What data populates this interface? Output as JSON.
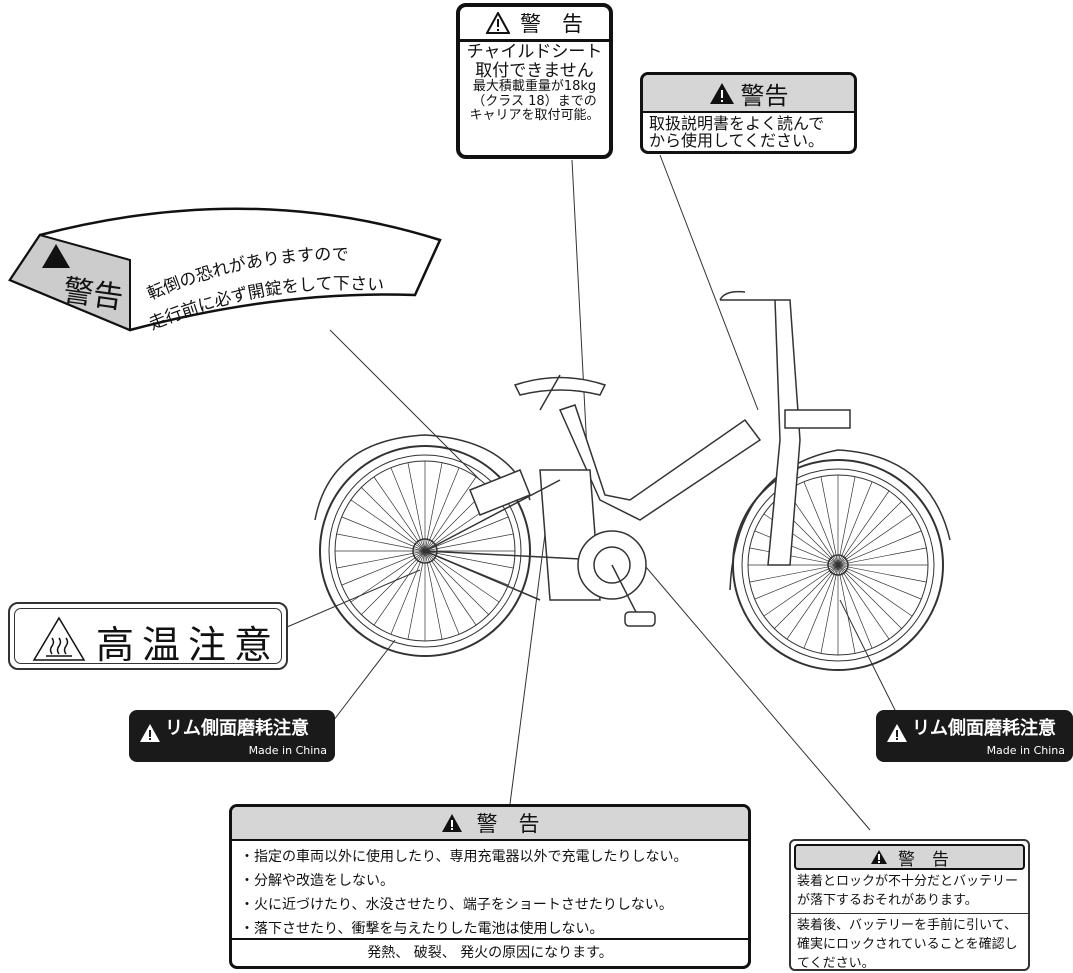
{
  "labels": {
    "child_seat": {
      "header": "警　告",
      "line1": "チャイルドシート",
      "line2": "取付できません",
      "line3": "最大積載重量が18kg",
      "line4": "（クラス 18）までの",
      "line5": "キャリアを取付可能。"
    },
    "manual": {
      "header": "警告",
      "line1": "取扱説明書をよく読んで",
      "line2": "から使用してください。"
    },
    "tilt": {
      "header": "警告",
      "line1": "転倒の恐れがありますので",
      "line2": "走行前に必ず開錠をして下さい"
    },
    "high_temp": {
      "text": "高温注意"
    },
    "rim_left": {
      "text": "リム側面磨耗注意",
      "made": "Made in China"
    },
    "rim_right": {
      "text": "リム側面磨耗注意",
      "made": "Made in China"
    },
    "battery": {
      "header": "警　告",
      "items": [
        "指定の車両以外に使用したり、専用充電器以外で充電したりしない。",
        "分解や改造をしない。",
        "火に近づけたり、水没させたり、端子をショートさせたりしない。",
        "落下させたり、衝撃を与えたりした電池は使用しない。"
      ],
      "footer": "発熱、 破裂、 発火の原因になります。"
    },
    "lock": {
      "header": "警　告",
      "para1_line1": "装着とロックが不十分だとバッテリー",
      "para1_line2": "が落下するおそれがあります。",
      "para2_line1": "装着後、バッテリーを手前に引いて、",
      "para2_line2": "確実にロックされていることを確認し",
      "para2_line3": "てください。"
    }
  },
  "colors": {
    "ink": "#111111",
    "header_gray": "#d6d6d6",
    "dark_label": "#1a1a1a"
  },
  "icons": {
    "warning": "warning-triangle-icon",
    "heat": "hot-surface-icon"
  }
}
